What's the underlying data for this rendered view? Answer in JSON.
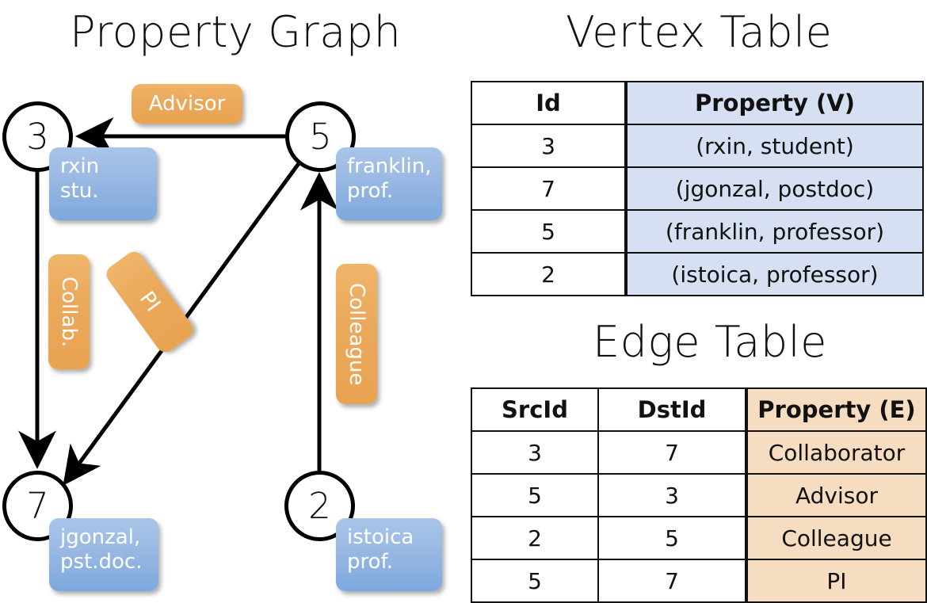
{
  "titles": {
    "property_graph": "Property Graph",
    "vertex_table": "Vertex Table",
    "edge_table": "Edge Table"
  },
  "colors": {
    "vertex_property_fill": "#d6e0f2",
    "edge_property_fill": "#f6dcc1",
    "node_property_box": "#7ea8dd",
    "edge_label_box": "#e9a452",
    "stroke": "#000000",
    "background": "#ffffff"
  },
  "graph": {
    "nodes": [
      {
        "id": "3",
        "property_lines": [
          "rxin",
          "stu."
        ]
      },
      {
        "id": "5",
        "property_lines": [
          "franklin,",
          "prof."
        ]
      },
      {
        "id": "7",
        "property_lines": [
          "jgonzal,",
          "pst.doc."
        ]
      },
      {
        "id": "2",
        "property_lines": [
          "istoica",
          "prof."
        ]
      }
    ],
    "edge_labels": [
      {
        "name": "advisor",
        "text": "Advisor",
        "orientation": "horizontal"
      },
      {
        "name": "collab",
        "text": "Collab.",
        "orientation": "vertical"
      },
      {
        "name": "pi",
        "text": "PI",
        "orientation": "rotated"
      },
      {
        "name": "colleague",
        "text": "Colleague",
        "orientation": "vertical"
      }
    ],
    "edges": [
      {
        "from": "5",
        "to": "3",
        "label": "Advisor"
      },
      {
        "from": "3",
        "to": "7",
        "label": "Collab."
      },
      {
        "from": "5",
        "to": "7",
        "label": "PI"
      },
      {
        "from": "2",
        "to": "5",
        "label": "Colleague"
      }
    ]
  },
  "vertex_table": {
    "headers": [
      "Id",
      "Property (V)"
    ],
    "rows": [
      {
        "id": "3",
        "property": "(rxin, student)"
      },
      {
        "id": "7",
        "property": "(jgonzal, postdoc)"
      },
      {
        "id": "5",
        "property": "(franklin, professor)"
      },
      {
        "id": "2",
        "property": "(istoica, professor)"
      }
    ]
  },
  "edge_table": {
    "headers": [
      "SrcId",
      "DstId",
      "Property (E)"
    ],
    "rows": [
      {
        "src": "3",
        "dst": "7",
        "property": "Collaborator"
      },
      {
        "src": "5",
        "dst": "3",
        "property": "Advisor"
      },
      {
        "src": "2",
        "dst": "5",
        "property": "Colleague"
      },
      {
        "src": "5",
        "dst": "7",
        "property": "PI"
      }
    ]
  }
}
